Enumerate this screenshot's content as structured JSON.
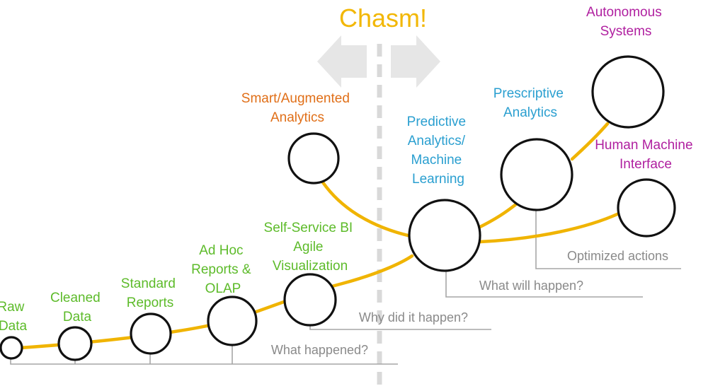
{
  "title": "Chasm!",
  "colors": {
    "title": "#f2b705",
    "curve": "#f0b400",
    "green": "#5dbb2a",
    "orange": "#e06f18",
    "blue": "#2a9fd0",
    "magenta": "#b020a0",
    "gray": "#8a8a8a",
    "arrow": "#e6e6e6",
    "divider": "#d9d9d9"
  },
  "stages": [
    {
      "name": "raw-data",
      "lines": [
        "Raw",
        "Data"
      ],
      "color": "green"
    },
    {
      "name": "cleaned-data",
      "lines": [
        "Cleaned",
        "Data"
      ],
      "color": "green"
    },
    {
      "name": "standard-reports",
      "lines": [
        "Standard",
        "Reports"
      ],
      "color": "green"
    },
    {
      "name": "ad-hoc-reports-olap",
      "lines": [
        "Ad Hoc",
        "Reports &",
        "OLAP"
      ],
      "color": "green"
    },
    {
      "name": "self-service-bi",
      "lines": [
        "Self-Service BI",
        "Agile",
        "Visualization"
      ],
      "color": "green"
    },
    {
      "name": "smart-augmented-analytics",
      "lines": [
        "Smart/Augmented",
        "Analytics"
      ],
      "color": "orange"
    },
    {
      "name": "predictive-analytics",
      "lines": [
        "Predictive",
        "Analytics/",
        "Machine",
        "Learning"
      ],
      "color": "blue"
    },
    {
      "name": "prescriptive-analytics",
      "lines": [
        "Prescriptive",
        "Analytics"
      ],
      "color": "blue"
    },
    {
      "name": "autonomous-systems",
      "lines": [
        "Autonomous",
        "Systems"
      ],
      "color": "magenta"
    },
    {
      "name": "human-machine-interface",
      "lines": [
        "Human Machine",
        "Interface"
      ],
      "color": "magenta"
    }
  ],
  "questions": [
    {
      "name": "what-happened",
      "text": "What happened?"
    },
    {
      "name": "why-did-it-happen",
      "text": "Why did it happen?"
    },
    {
      "name": "what-will-happen",
      "text": "What will happen?"
    },
    {
      "name": "optimized-actions",
      "text": "Optimized actions"
    }
  ]
}
